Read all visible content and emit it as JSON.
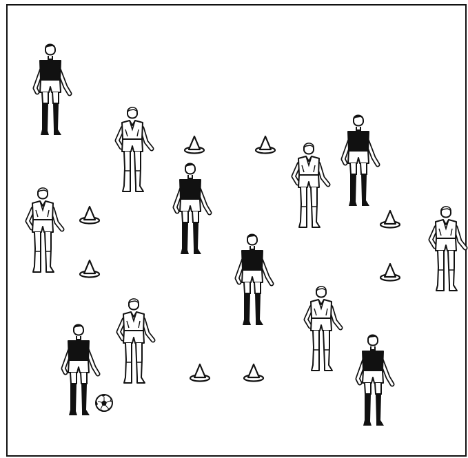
{
  "diagram": {
    "colors": {
      "background": "#ffffff",
      "stroke": "#111111",
      "dark_kit": "#111111",
      "light_kit": "#ffffff"
    },
    "cone_count": 8,
    "player_counts": {
      "dark_kit": 6,
      "light_kit": 6
    },
    "ball_count": 1,
    "icons": [
      "cone-icon",
      "player-dark-kit-icon",
      "player-light-kit-icon",
      "soccer-ball-icon"
    ]
  }
}
